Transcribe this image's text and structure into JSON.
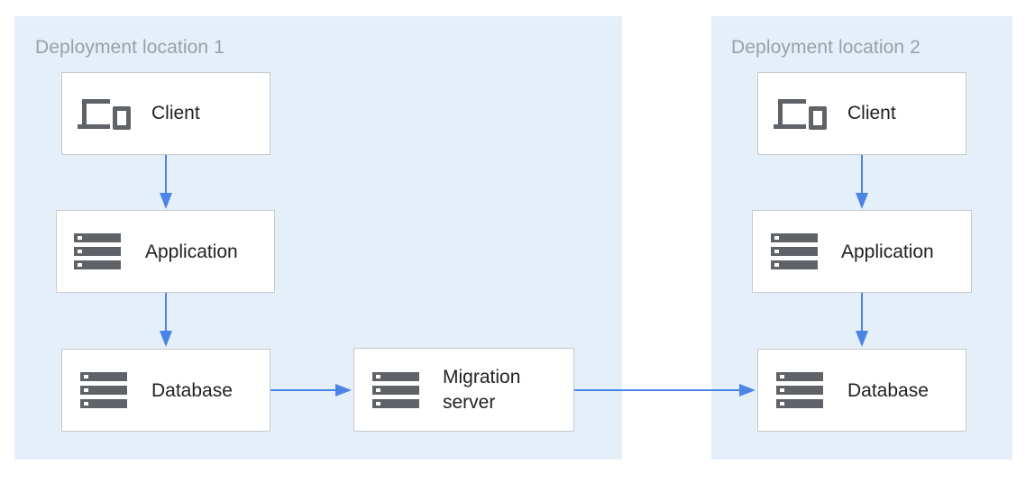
{
  "regions": [
    {
      "label": "Deployment location 1"
    },
    {
      "label": "Deployment location 2"
    }
  ],
  "nodes": {
    "client_1": {
      "label": "Client",
      "icon": "devices-icon"
    },
    "application_1": {
      "label": "Application",
      "icon": "server-icon"
    },
    "database_1": {
      "label": "Database",
      "icon": "server-icon"
    },
    "migration_server": {
      "label_line1": "Migration",
      "label_line2": "server",
      "icon": "server-icon"
    },
    "client_2": {
      "label": "Client",
      "icon": "devices-icon"
    },
    "application_2": {
      "label": "Application",
      "icon": "server-icon"
    },
    "database_2": {
      "label": "Database",
      "icon": "server-icon"
    }
  },
  "colors": {
    "region_fill": "#e4effa",
    "arrow": "#4a85e6",
    "icon": "#5f6368",
    "region_label": "#9aa0a6"
  }
}
